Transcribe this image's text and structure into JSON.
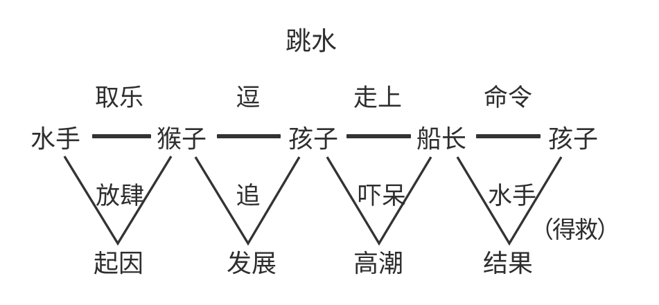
{
  "title": "跳水",
  "colors": {
    "text": "#2e2e2e",
    "line": "#333333",
    "background": "#ffffff"
  },
  "main_chain": {
    "nodes": [
      "水手",
      "猴子",
      "孩子",
      "船长",
      "孩子"
    ],
    "relations": [
      "取乐",
      "逗",
      "走上",
      "命令"
    ]
  },
  "stages": [
    {
      "action": "放肆",
      "stage": "起因"
    },
    {
      "action": "追",
      "stage": "发展"
    },
    {
      "action": "吓呆",
      "stage": "高潮"
    },
    {
      "action": "水手",
      "stage": "结果"
    }
  ],
  "side_note": "（得救）"
}
